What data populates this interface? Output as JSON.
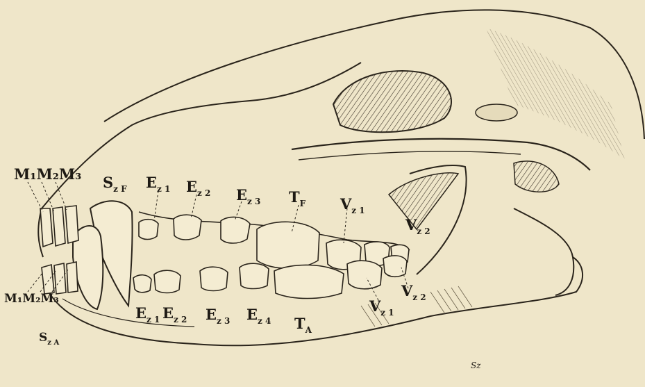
{
  "figure": {
    "background": "#efe6c9",
    "ink": "#1e1a14",
    "subject": "skull-lateral-view"
  },
  "labels": {
    "upper_molars": "M₁M₂M₃",
    "upper_canine": {
      "main": "S",
      "sub": "z F"
    },
    "upper_incisor_1": {
      "main": "E",
      "sub": "z 1"
    },
    "upper_incisor_2": {
      "main": "E",
      "sub": "z 2"
    },
    "upper_incisor_3": {
      "main": "E",
      "sub": "z 3"
    },
    "upper_carnassial": {
      "main": "T",
      "sub": "F"
    },
    "upper_back_molar_1": {
      "main": "V",
      "sub": "z 1"
    },
    "upper_back_molar_2": {
      "main": "V",
      "sub": "z 2"
    },
    "lower_molars": "M₁M₂M₃",
    "lower_canine": {
      "main": "S",
      "sub": "z A"
    },
    "lower_incisor_1": {
      "main": "E",
      "sub": "z 1"
    },
    "lower_incisor_2": {
      "main": "E",
      "sub": "z 2"
    },
    "lower_incisor_3": {
      "main": "E",
      "sub": "z 3"
    },
    "lower_incisor_4": {
      "main": "E",
      "sub": "z 4"
    },
    "lower_carnassial": {
      "main": "T",
      "sub": "A"
    },
    "lower_back_molar_1": {
      "main": "V",
      "sub": "z 1"
    },
    "lower_back_molar_2": {
      "main": "V",
      "sub": "z 2"
    },
    "signature": "Sz"
  }
}
